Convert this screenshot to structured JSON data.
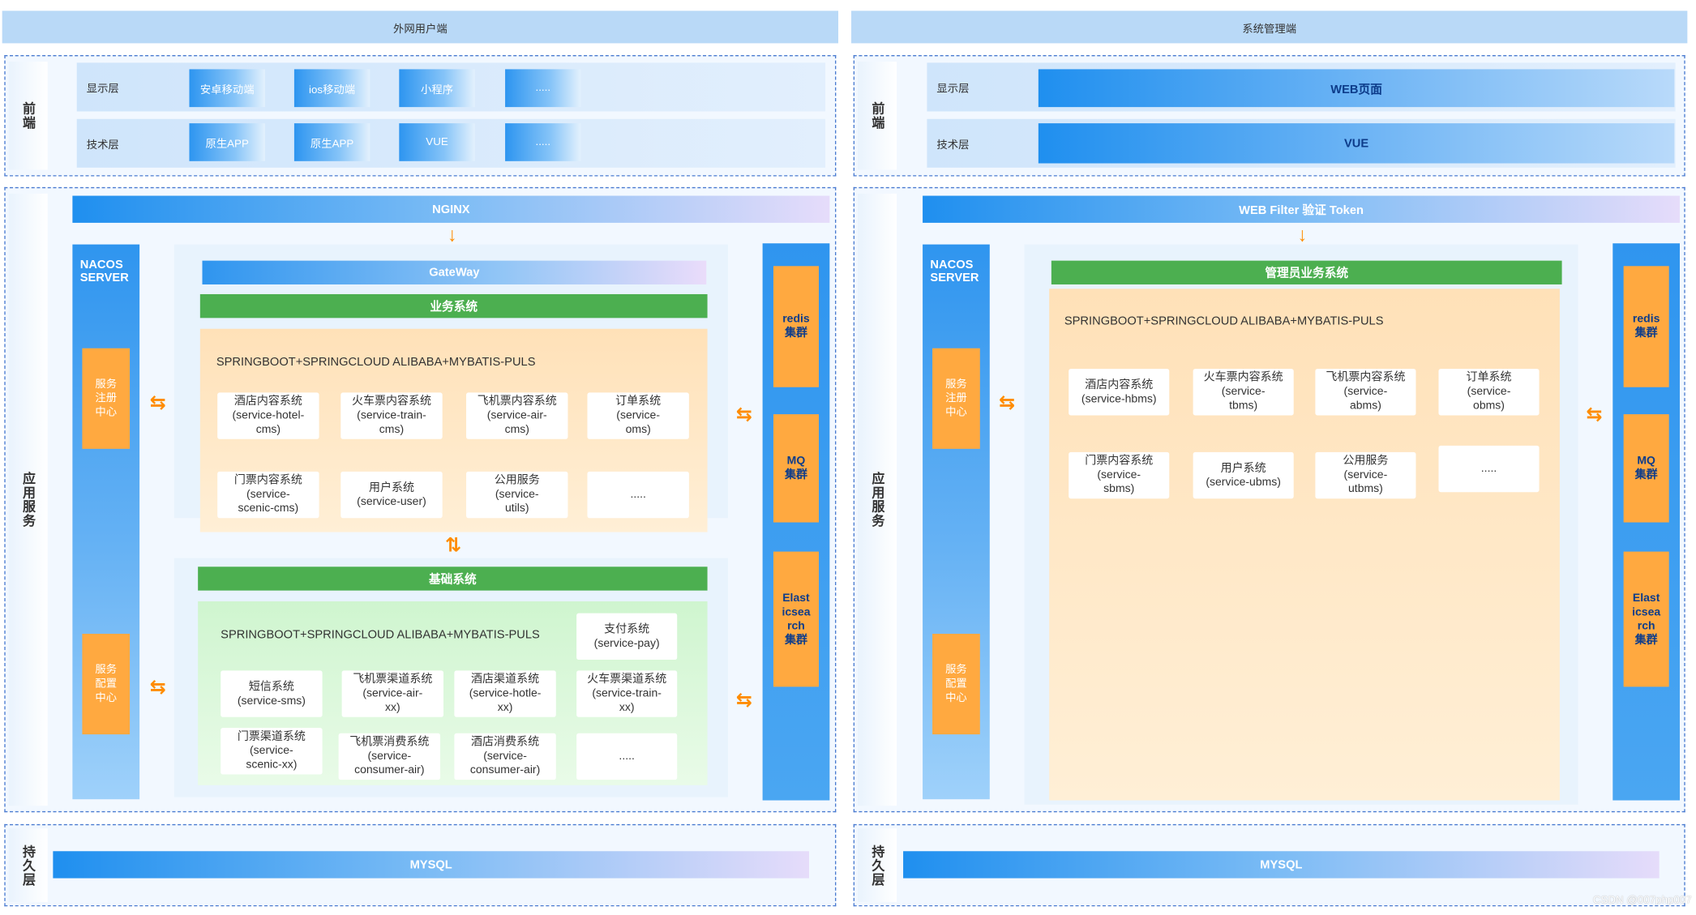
{
  "left": {
    "header": "外网用户端",
    "frontend_label": "前端",
    "display_layer_label": "显示层",
    "display_items": [
      "安卓移动端",
      "ios移动端",
      "小程序",
      "....."
    ],
    "tech_layer_label": "技术层",
    "tech_items": [
      "原生APP",
      "原生APP",
      "VUE",
      "....."
    ],
    "app_label": "应用服务",
    "nginx": "NGINX",
    "nacos": {
      "title": "NACOS\nSERVER",
      "registry": "服务\n注册\n中心",
      "config": "服务\n配置\n中心"
    },
    "gateway": "GateWay",
    "business": {
      "title": "业务系统",
      "stack": "SPRINGBOOT+SPRINGCLOUD ALIBABA+MYBATIS-PULS",
      "items": [
        "酒店内容系统\n(service-hotel-\ncms)",
        "火车票内容系统\n(service-train-\ncms)",
        "飞机票内容系统\n(service-air-\ncms)",
        "订单系统\n(service-\noms)",
        "门票内容系统\n(service-\nscenic-cms)",
        "用户系统\n(service-user)",
        "公用服务\n(service-\nutils)",
        "....."
      ]
    },
    "base": {
      "title": "基础系统",
      "stack": "SPRINGBOOT+SPRINGCLOUD ALIBABA+MYBATIS-PULS",
      "pay": "支付系统\n(service-pay)",
      "items": [
        "短信系统\n(service-sms)",
        "飞机票渠道系统\n(service-air-\nxx)",
        "酒店渠道系统\n(service-hotle-\nxx)",
        "火车票渠道系统\n(service-train-\nxx)",
        "门票渠道系统\n(service-\nscenic-xx)",
        "飞机票消费系统\n(service-\nconsumer-air)",
        "酒店消费系统\n(service-\nconsumer-air)",
        "....."
      ]
    },
    "middleware": [
      "redis\n集群",
      "MQ\n集群",
      "Elast\nicsea\nrch\n集群"
    ],
    "persist_label": "持久层",
    "mysql": "MYSQL"
  },
  "right": {
    "header": "系统管理端",
    "frontend_label": "前端",
    "display_layer_label": "显示层",
    "display_item": "WEB页面",
    "tech_layer_label": "技术层",
    "tech_item": "VUE",
    "app_label": "应用服务",
    "filter": "WEB Filter 验证 Token",
    "nacos": {
      "title": "NACOS\nSERVER",
      "registry": "服务\n注册\n中心",
      "config": "服务\n配置\n中心"
    },
    "admin": {
      "title": "管理员业务系统",
      "stack": "SPRINGBOOT+SPRINGCLOUD ALIBABA+MYBATIS-PULS",
      "items": [
        "酒店内容系统\n(service-hbms)",
        "火车票内容系统\n(service-\ntbms)",
        "飞机票内容系统\n(service-\nabms)",
        "订单系统\n(service-\nobms)",
        "门票内容系统\n(service-\nsbms)",
        "用户系统\n(service-ubms)",
        "公用服务\n(service-\nutbms)",
        "....."
      ]
    },
    "middleware": [
      "redis\n集群",
      "MQ\n集群",
      "Elast\nicsea\nrch\n集群"
    ],
    "persist_label": "持久层",
    "mysql": "MYSQL"
  },
  "credit": "CSDN @007php007",
  "colors": {
    "accent_blue": "#2f95ef",
    "orange": "#ffa940",
    "green": "#4caf50",
    "arrow": "#ff8c00"
  }
}
